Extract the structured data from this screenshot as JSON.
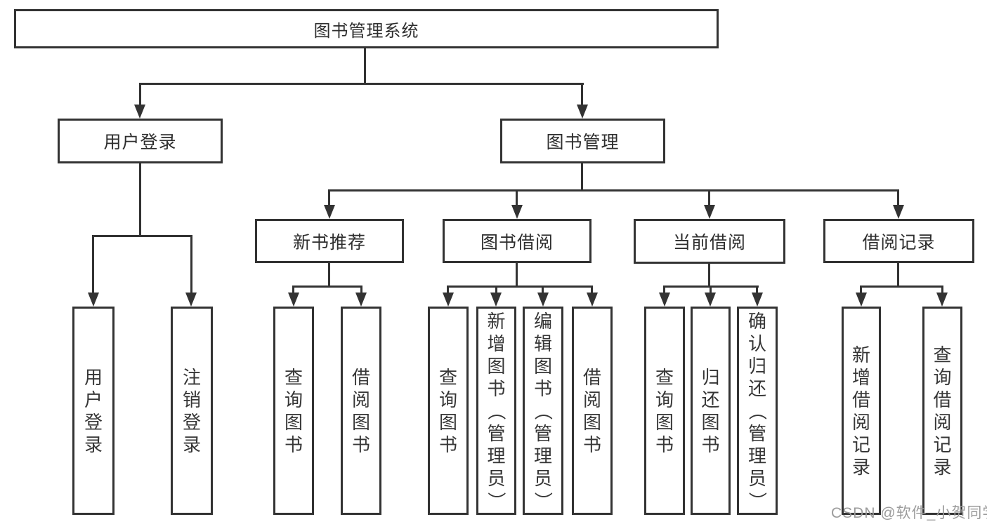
{
  "root": {
    "label": "图书管理系统"
  },
  "branches": [
    {
      "label": "用户登录",
      "children": [
        "用户登录",
        "注销登录"
      ]
    },
    {
      "label": "图书管理",
      "children": [
        {
          "label": "新书推荐",
          "children": [
            "查询图书",
            "借阅图书"
          ]
        },
        {
          "label": "图书借阅",
          "children": [
            "查询图书",
            "新增图书（管理员）",
            "编辑图书（管理员）",
            "借阅图书"
          ]
        },
        {
          "label": "当前借阅",
          "children": [
            "查询图书",
            "归还图书",
            "确认归还（管理员）"
          ]
        },
        {
          "label": "借阅记录",
          "children": [
            "新增借阅记录",
            "查询借阅记录"
          ]
        }
      ]
    }
  ],
  "colors": {
    "line": "#333333",
    "text": "#2e2e2e",
    "watermark": "#9b9b9b",
    "background": "#ffffff"
  },
  "watermark": "CSDN @软件_小贺同学"
}
